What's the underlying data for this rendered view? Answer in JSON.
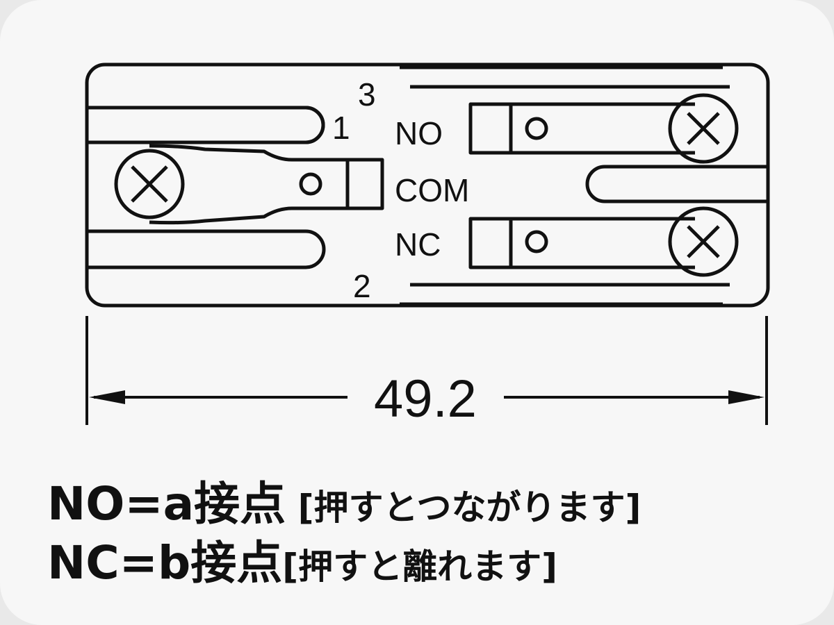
{
  "diagram": {
    "terminal_labels": {
      "pin1": "1",
      "pin2": "2",
      "pin3": "3",
      "no": "NO",
      "com": "COM",
      "nc": "NC"
    },
    "dimension": "49.2"
  },
  "caption": {
    "line1_main": "NO=a接点",
    "line1_note": " [押すとつながります]",
    "line2_main": "NC=b接点",
    "line2_note": "[押すと離れます]"
  }
}
